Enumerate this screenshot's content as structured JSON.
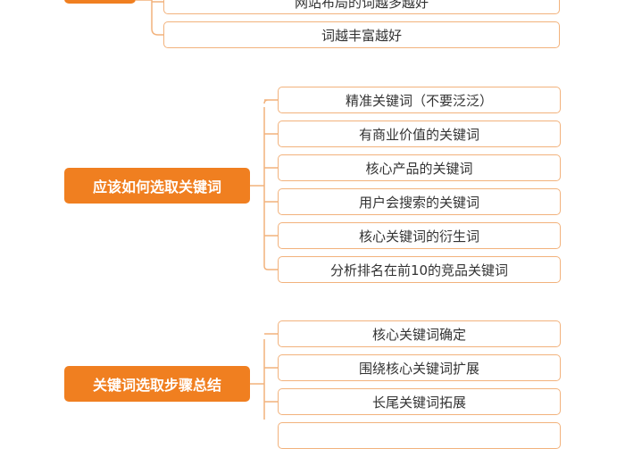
{
  "colors": {
    "accent": "#f07f20",
    "border": "#f2b27c"
  },
  "groups": [
    {
      "title": "",
      "items": [
        "网站布局的词越多越好",
        "词越丰富越好"
      ]
    },
    {
      "title": "应该如何选取关键词",
      "items": [
        "精准关键词（不要泛泛）",
        "有商业价值的关键词",
        "核心产品的关键词",
        "用户会搜索的关键词",
        "核心关键词的衍生词",
        "分析排名在前10的竞品关键词"
      ]
    },
    {
      "title": "关键词选取步骤总结",
      "items": [
        "核心关键词确定",
        "围绕核心关键词扩展",
        "长尾关键词拓展"
      ]
    }
  ]
}
